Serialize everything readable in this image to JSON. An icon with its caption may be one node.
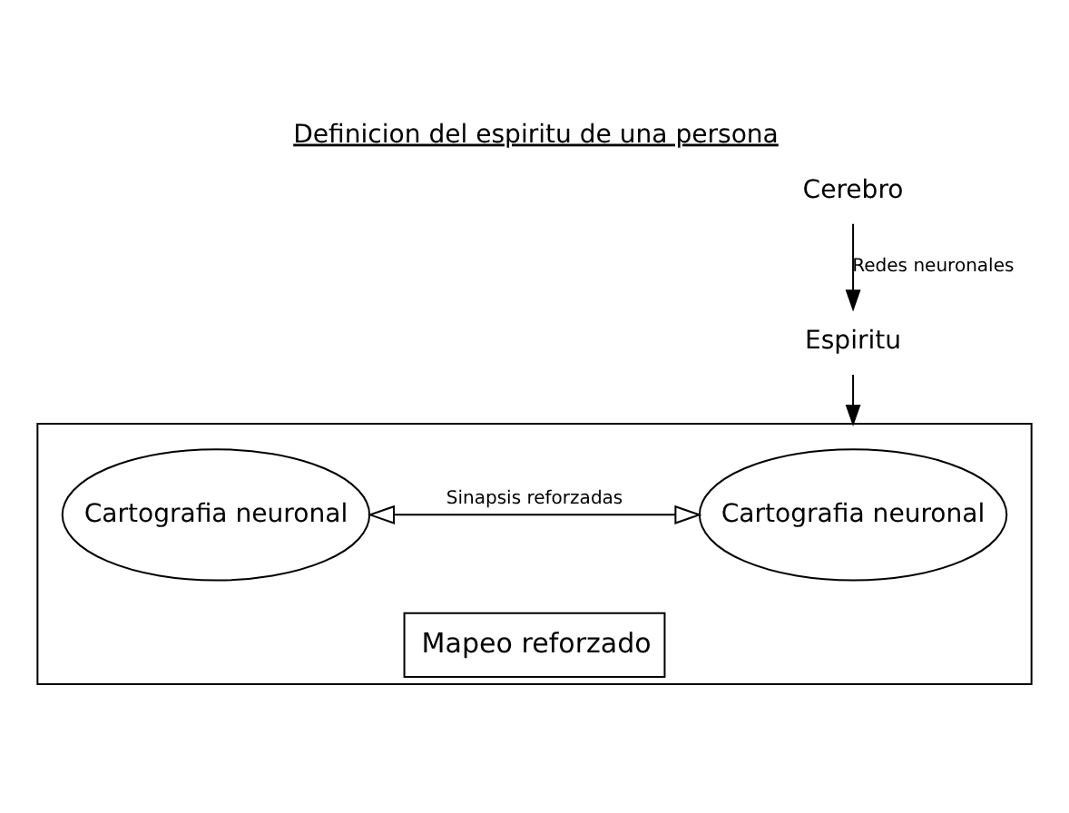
{
  "diagram": {
    "title": "Definicion del espiritu de una persona",
    "nodes": [
      {
        "text": [
          "Cerebro"
        ]
      },
      {
        "text": [
          "Espiritu"
        ]
      },
      {
        "text": [
          "Mapeo reforzado"
        ]
      },
      {
        "text": [
          "Cartografia neuronal"
        ],
        "in": 2
      },
      {
        "text": [
          "Cartografia neuronal"
        ],
        "in": 2
      }
    ],
    "edges": [
      {
        "from": 0,
        "to": 1,
        "arrow": "to",
        "label": "Redes neuronales"
      },
      {
        "from": 1,
        "to": 2,
        "arrow": "to"
      },
      {
        "from": 3,
        "to": 4,
        "arrow": "both",
        "label": "Sinapsis reforzadas"
      }
    ]
  }
}
